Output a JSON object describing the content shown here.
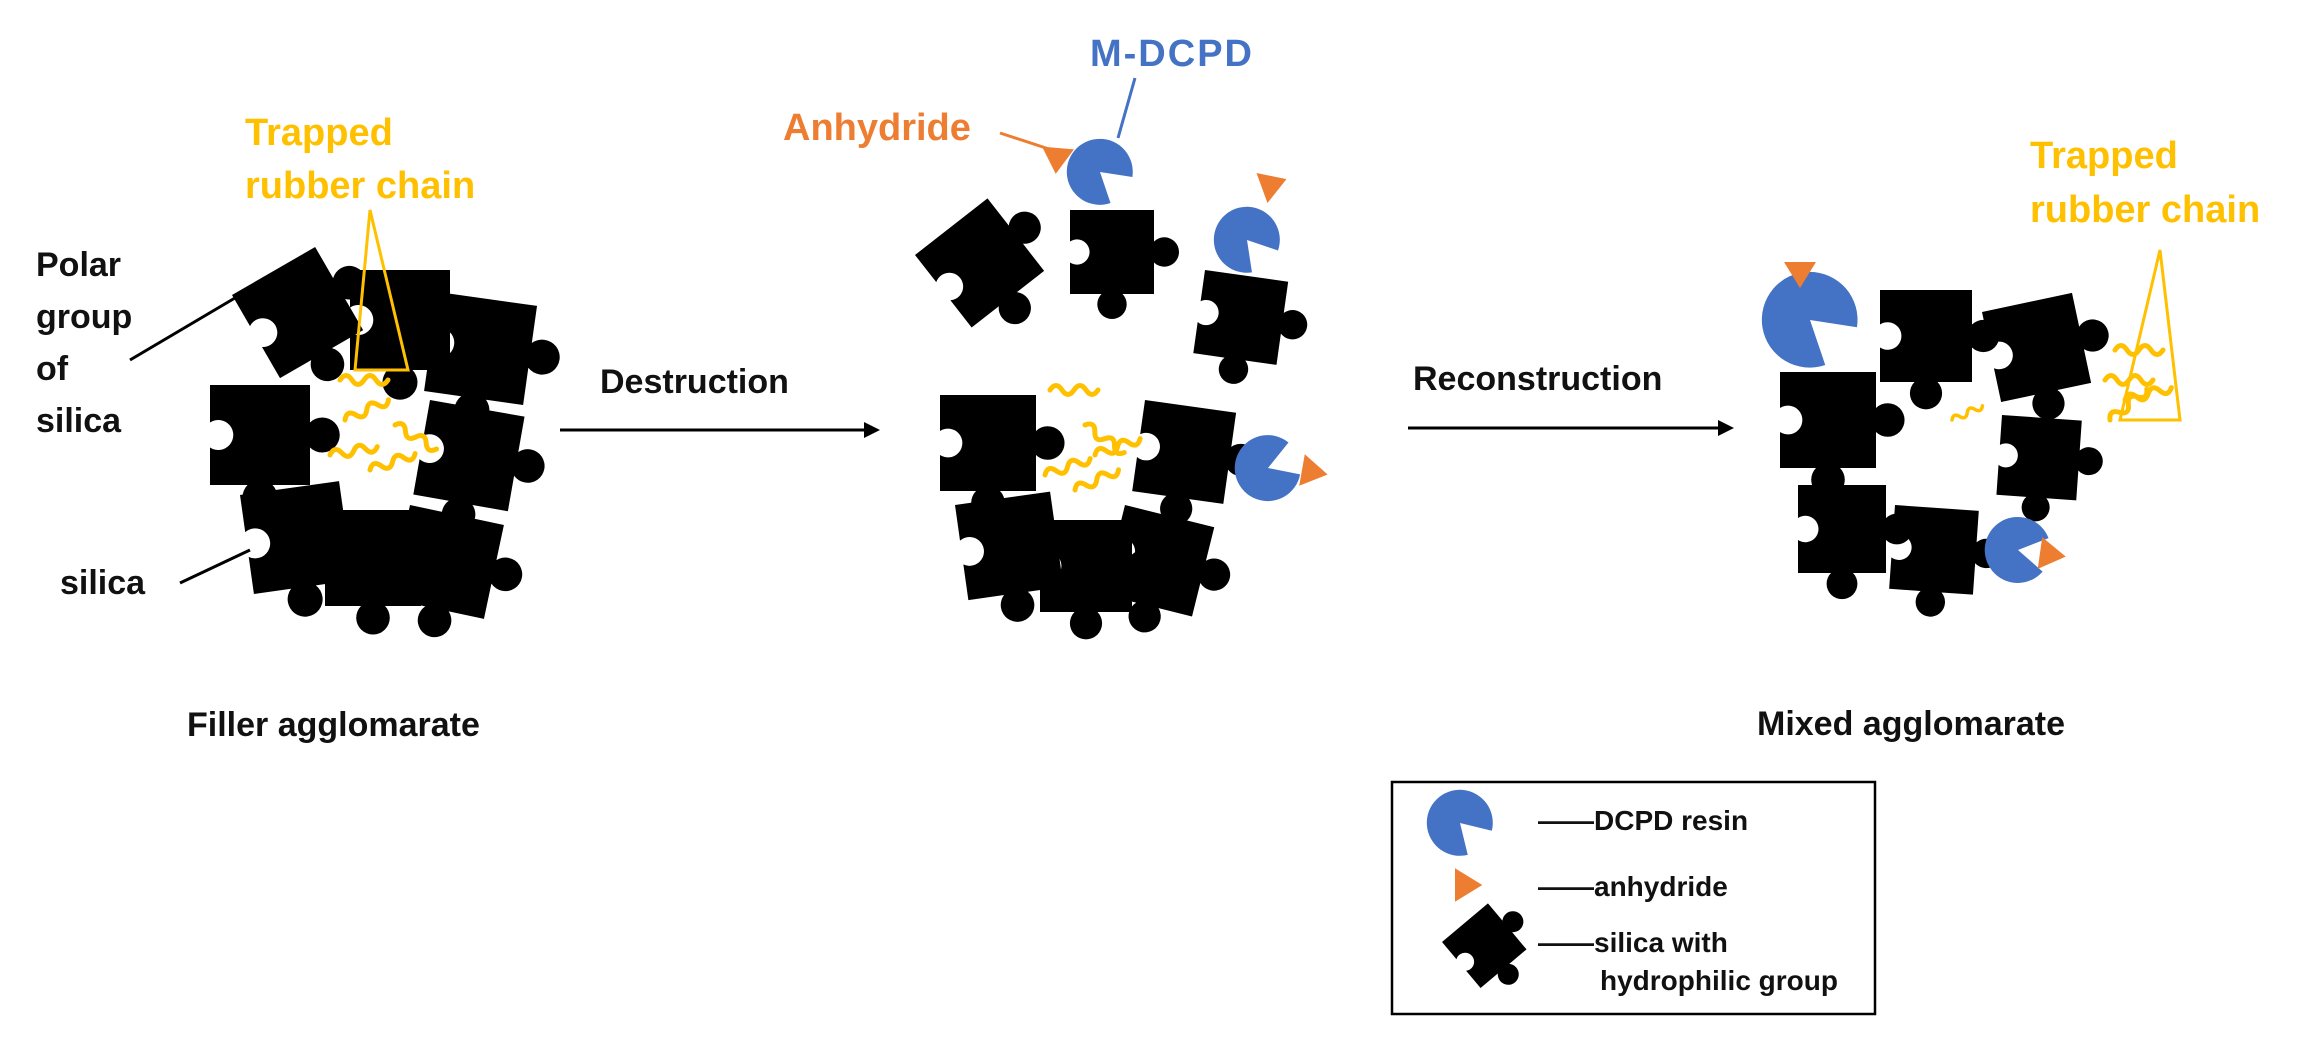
{
  "labels": {
    "polar_group": [
      "Polar",
      "group",
      "of",
      "silica"
    ],
    "silica": "silica",
    "trapped_left": [
      "Trapped",
      "rubber chain"
    ],
    "trapped_right": [
      "Trapped",
      "rubber chain"
    ],
    "anhydride": "Anhydride",
    "mdcpd": "M-DCPD",
    "destruction": "Destruction",
    "reconstruction": "Reconstruction",
    "filler_agglomarate": "Filler agglomarate",
    "mixed_agglomarate": "Mixed agglomarate"
  },
  "legend": {
    "dcpd": "——DCPD resin",
    "anhydride": "——anhydride",
    "silica_line1": "——silica with",
    "silica_line2": "hydrophilic group"
  },
  "colors": {
    "silica": "#000000",
    "dcpd_resin": "#4472C4",
    "anhydride": "#ED7D31",
    "rubber_chain": "#FFC000",
    "text": "#111111"
  }
}
